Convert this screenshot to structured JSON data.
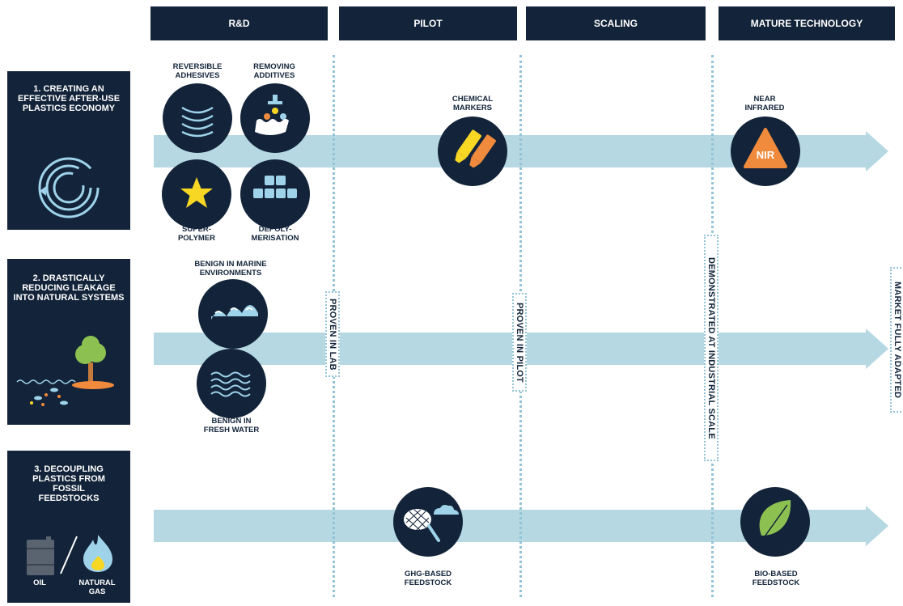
{
  "phases": [
    "R&D",
    "PILOT",
    "SCALING",
    "MATURE TECHNOLOGY"
  ],
  "rows": [
    {
      "title": "1. CREATING AN EFFECTIVE AFTER-USE PLASTICS ECONOMY"
    },
    {
      "title": "2. DRASTICALLY REDUCING LEAKAGE INTO NATURAL SYSTEMS"
    },
    {
      "title": "3. DECOUPLING PLASTICS FROM FOSSIL FEEDSTOCKS",
      "icon_labels": [
        "OIL",
        "NATURAL GAS"
      ]
    }
  ],
  "milestones": [
    "PROVEN IN LAB",
    "PROVEN IN PILOT",
    "DEMONSTRATED AT INDUSTRIAL SCALE",
    "MARKET FULLY ADAPTED"
  ],
  "technologies": {
    "reversible_adhesives": "REVERSIBLE ADHESIVES",
    "removing_additives": "REMOVING ADDITIVES",
    "super_polymer": "SUPER- POLYMER",
    "depolymerisation": "DEPOLY- MERISATION",
    "chemical_markers": "CHEMICAL MARKERS",
    "near_infrared": "NEAR INFRARED",
    "nir_badge": "NIR",
    "benign_marine": "BENIGN IN MARINE ENVIRONMENTS",
    "benign_fresh_water": "BENIGN IN FRESH WATER",
    "ghg_feedstock": "GHG-BASED FEEDSTOCK",
    "bio_feedstock": "BIO-BASED FEEDSTOCK"
  },
  "colors": {
    "navy": "#13243a",
    "arrow": "#b5d8e3",
    "dots": "#93c3d6",
    "yellow": "#f7d724",
    "orange": "#f08a3c",
    "green": "#8cc152",
    "light_blue": "#9ed3ea"
  }
}
